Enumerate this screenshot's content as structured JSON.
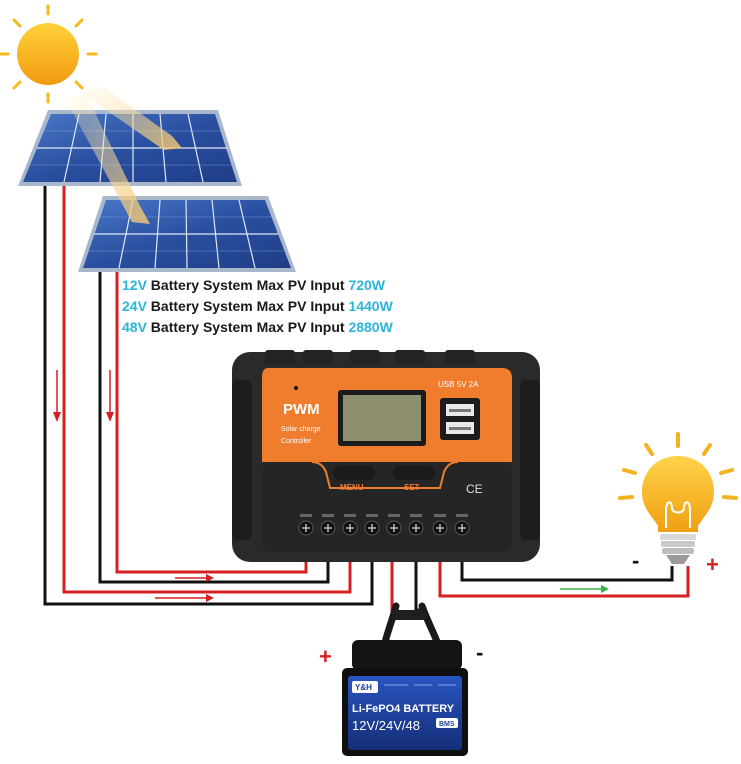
{
  "specs": [
    {
      "voltage": "12V",
      "text": " Battery System Max PV Input ",
      "power": "720W"
    },
    {
      "voltage": "24V",
      "text": " Battery System Max PV Input ",
      "power": "1440W"
    },
    {
      "voltage": "48V",
      "text": " Battery System Max PV Input ",
      "power": "2880W"
    }
  ],
  "controller": {
    "brand": "PWM",
    "subtitle_line1": "Solar charge",
    "subtitle_line2": "Controller",
    "usb_label": "USB 5V 2A",
    "menu_label": "MENU",
    "set_label": "SET",
    "ce_mark": "CE"
  },
  "battery": {
    "logo": "Y&H",
    "name": "Li-FePO4 BATTERY",
    "voltage": "12V/24V/48",
    "bms": "BMS",
    "plus": "+",
    "minus": "-"
  },
  "load": {
    "plus": "+",
    "minus": "-"
  },
  "colors": {
    "orange": "#f07d2e",
    "body": "#2a2a2a",
    "wire_red": "#d42020",
    "wire_black": "#111111",
    "sun": "#f6b81a",
    "bulb": "#f5b21f",
    "cyan": "#29b6d9",
    "panel_blue": "#2a4fa0",
    "battery_blue": "#1d3f9a"
  },
  "icons": [
    "sun-icon",
    "solar-panel-icon",
    "light-bulb-icon",
    "usb-port-icon",
    "battery-icon"
  ]
}
